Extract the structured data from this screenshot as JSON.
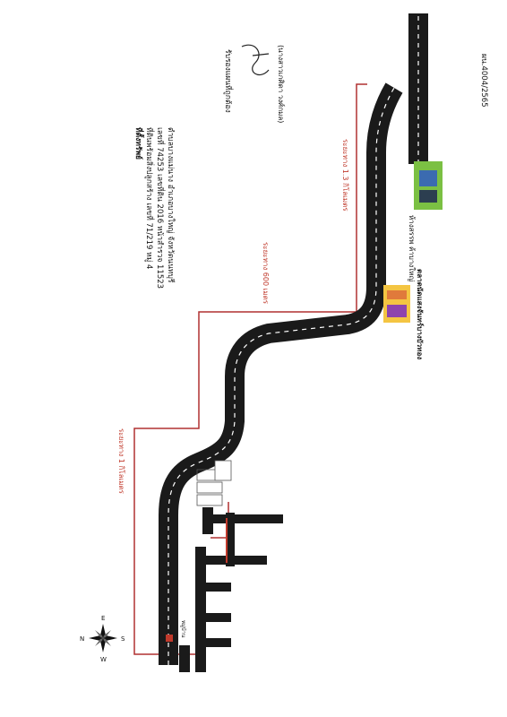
{
  "doc_number": "ผน.4004/2565",
  "title": "ที่ตั้งทรัพย์",
  "property_lines": [
    "ที่ดินพร้อมสิ่งปลูกสร้าง เลขที่ 71/219 หมู่ 4",
    "เลขที่ 74253 เลขที่ดิน 2016 หน้าสำรวจ 11523",
    "ตำบลบางแม่นาง อำเภอบางใหญ่ จังหวัดนนทบุรี"
  ],
  "certify_label": "รับรองแผนที่ถูกต้อง",
  "signer_name": "(นางสาวเกศิดา วงศ์กมล)",
  "distances": {
    "d1": "ระยะทาง 1 กิโลเมตร",
    "d600": "ระยะทาง 600 เมตร",
    "d13": "ระยะทาง 1.3 กิโลเมตร"
  },
  "landmarks": {
    "market": "ตลาดนัดแสงจันทร์บางบัวทอง",
    "mall": "ห้างสรรพ ค้าบางใหญ่",
    "village": "หมู่บ้าน"
  },
  "compass": {
    "n": "N",
    "s": "S",
    "e": "E",
    "w": "W"
  },
  "colors": {
    "road": "#1a1a1a",
    "route": "#b03030",
    "text": "#111111"
  }
}
